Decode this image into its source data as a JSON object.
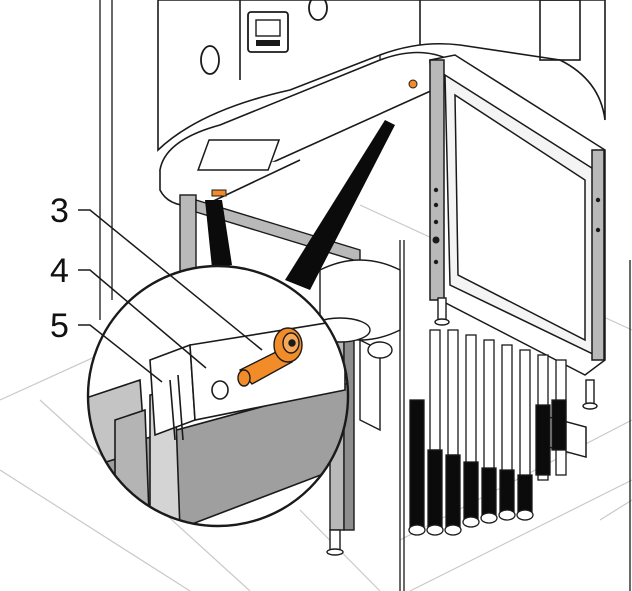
{
  "diagram": {
    "callouts": [
      {
        "id": "3",
        "label": "3"
      },
      {
        "id": "4",
        "label": "4"
      },
      {
        "id": "5",
        "label": "5"
      }
    ]
  },
  "colors": {
    "line": "#1a1a1a",
    "housing_fill": "#ffffff",
    "frame_gray": "#b9b9b9",
    "frame_dark": "#8d8d8d",
    "highlight_orange": "#f28c28",
    "detail_dark": "#111111",
    "floor_line": "#c9c9c9",
    "cable_black": "#0b0b0b"
  }
}
